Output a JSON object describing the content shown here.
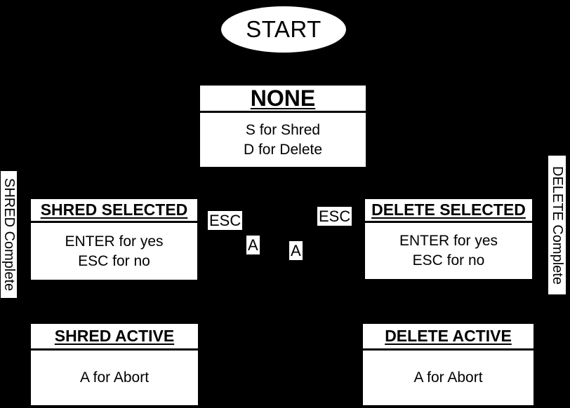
{
  "colors": {
    "background": "#000000",
    "node_fill": "#ffffff",
    "node_text": "#000000"
  },
  "diagram": {
    "start": {
      "label": "START"
    },
    "states": {
      "none": {
        "title": "NONE",
        "body": [
          "S for Shred",
          "D for Delete"
        ]
      },
      "shred_selected": {
        "title": "SHRED SELECTED",
        "body": [
          "ENTER for yes",
          "ESC for no"
        ]
      },
      "delete_selected": {
        "title": "DELETE SELECTED",
        "body": [
          "ENTER for yes",
          "ESC for no"
        ]
      },
      "shred_active": {
        "title": "SHRED ACTIVE",
        "body": [
          "A for Abort"
        ]
      },
      "delete_active": {
        "title": "DELETE ACTIVE",
        "body": [
          "A for Abort"
        ]
      }
    },
    "transition_labels": {
      "shred_esc": "ESC",
      "delete_esc": "ESC",
      "shred_abort": "A",
      "delete_abort": "A"
    },
    "side_labels": {
      "left": "SHRED Complete",
      "right": "DELETE Complete"
    }
  }
}
